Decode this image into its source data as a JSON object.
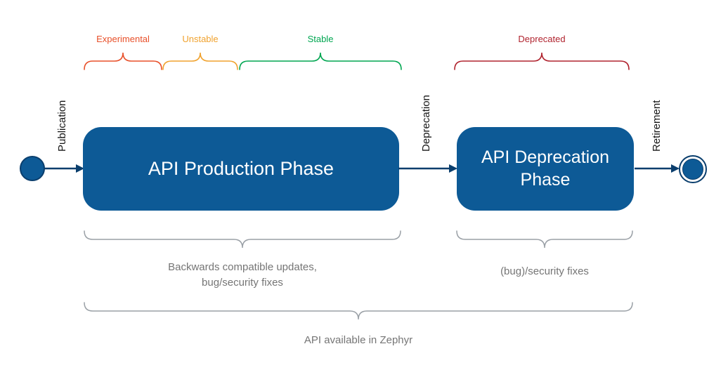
{
  "colors": {
    "phase": "#0d5a96",
    "arrow": "#0a3e6d",
    "experimental": "#e8502a",
    "unstable": "#f0a22e",
    "stable": "#00a651",
    "deprecated": "#b0232e",
    "gray_brace": "#9aa0a6",
    "gray_text": "#757575",
    "label_text": "#161616"
  },
  "states": {
    "production": {
      "label": "API Production Phase"
    },
    "deprecation": {
      "label": "API Deprecation Phase"
    }
  },
  "transitions": {
    "publication": {
      "label": "Publication"
    },
    "deprecation": {
      "label": "Deprecation"
    },
    "retirement": {
      "label": "Retirement"
    }
  },
  "top_braces": [
    {
      "label": "Experimental"
    },
    {
      "label": "Unstable"
    },
    {
      "label": "Stable"
    },
    {
      "label": "Deprecated"
    }
  ],
  "bottom_notes": {
    "production": "Backwards compatible updates,\nbug/security fixes",
    "deprecation": "(bug)/security fixes",
    "overall": "API available in Zephyr"
  }
}
